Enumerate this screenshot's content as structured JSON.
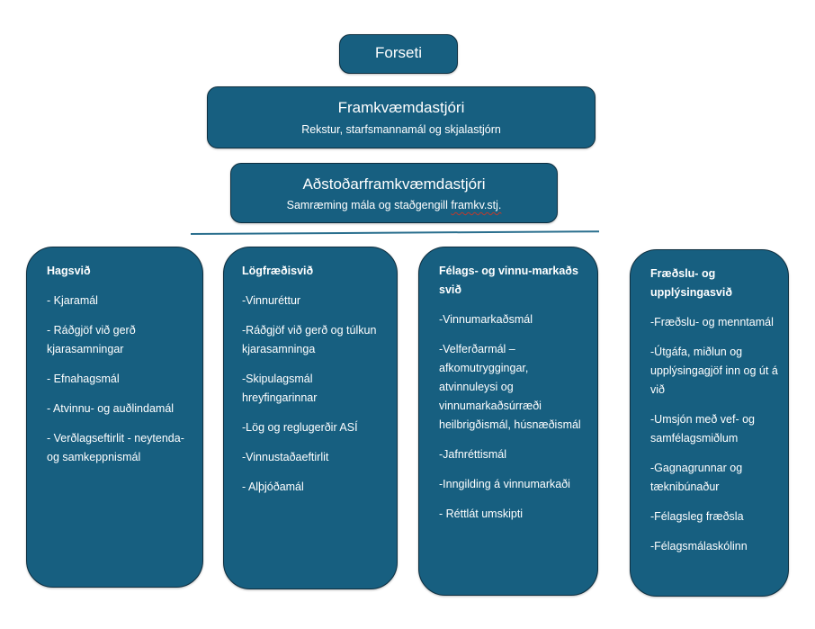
{
  "colors": {
    "box_fill": "#175f80",
    "box_border": "#0e2f40",
    "text": "#ffffff",
    "divider": "#2a6f8e",
    "background": "#ffffff"
  },
  "president": {
    "title": "Forseti"
  },
  "managing_director": {
    "title": "Framkvæmdastjóri",
    "subtitle": "Rekstur, starfsmannamál og skjalastjórn"
  },
  "deputy_director": {
    "title": "Aðstoðarframkvæmdastjóri",
    "subtitle_main": "Samræming mála og staðgengill ",
    "subtitle_abbrev": "framkv.stj."
  },
  "departments": [
    {
      "title": "Hagsvið",
      "items": [
        "- Kjaramál",
        "- Ráðgjöf við gerð kjarasamningar",
        "- Efnahagsmál",
        "- Atvinnu- og auðlindamál",
        "- Verðlagseftirlit - neytenda- og samkeppnismál"
      ]
    },
    {
      "title": "Lögfræðisvið",
      "items": [
        "-Vinnuréttur",
        "-Ráðgjöf við  gerð og túlkun kjarasamninga",
        "-Skipulagsmál hreyfingarinnar",
        "-Lög og reglugerðir ASÍ",
        "-Vinnustaðaeftirlit",
        "- Alþjóðamál"
      ]
    },
    {
      "title": "Félags- og vinnu-markaðs svið",
      "items": [
        "-Vinnumarkaðsmál",
        "-Velferðarmál – afkomutryggingar, atvinnuleysi og vinnumarkaðsúrræði heilbrigðismál, húsnæðismál",
        "-Jafnréttismál",
        "-Inngilding á vinnumarkaði",
        "- Réttlát umskipti"
      ]
    },
    {
      "title": "Fræðslu- og upplýsingasvið",
      "items": [
        "-Fræðslu- og menntamál",
        "-Útgáfa, miðlun og upplýsingagjöf inn og út á við",
        "-Umsjón með vef- og samfélagsmiðlum",
        " -Gagnagrunnar og tæknibúnaður",
        "-Félagsleg fræðsla",
        "-Félagsmálaskólinn"
      ]
    }
  ]
}
